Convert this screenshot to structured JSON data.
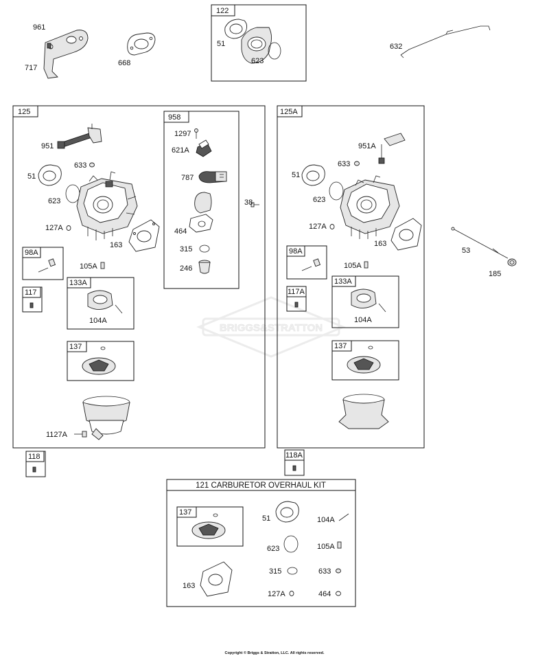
{
  "groups": {
    "g122": "122",
    "g125": "125",
    "g125A": "125A",
    "g958": "958",
    "g98A": "98A",
    "g98A_r": "98A",
    "g117": "117",
    "g117A": "117A",
    "g133A": "133A",
    "g133A_r": "133A",
    "g137": "137",
    "g137_r": "137",
    "g137_kit": "137",
    "g118": "118",
    "g118A": "118A",
    "kit_title": "121 CARBURETOR OVERHAUL KIT"
  },
  "labels": {
    "p961": "961",
    "p717": "717",
    "p668": "668",
    "p51_top": "51",
    "p623_top": "623",
    "p632": "632",
    "p951": "951",
    "p633": "633",
    "p51": "51",
    "p623": "623",
    "p127A": "127A",
    "p163": "163",
    "p105A": "105A",
    "p104A": "104A",
    "p1127A": "1127A",
    "p1297": "1297",
    "p621A": "621A",
    "p787": "787",
    "p464": "464",
    "p315": "315",
    "p246": "246",
    "p38": "38",
    "p951A": "951A",
    "p633_r": "633",
    "p51_r": "51",
    "p623_r": "623",
    "p127A_r": "127A",
    "p163_r": "163",
    "p105A_r": "105A",
    "p104A_r": "104A",
    "p53": "53",
    "p185": "185",
    "k51": "51",
    "k104A": "104A",
    "k623": "623",
    "k105A": "105A",
    "k315": "315",
    "k633": "633",
    "k163": "163",
    "k127A": "127A",
    "k464": "464"
  },
  "watermark": "BRIGGS&STRATTON",
  "copyright": "Copyright © Briggs & Stratton, LLC. All rights reserved."
}
